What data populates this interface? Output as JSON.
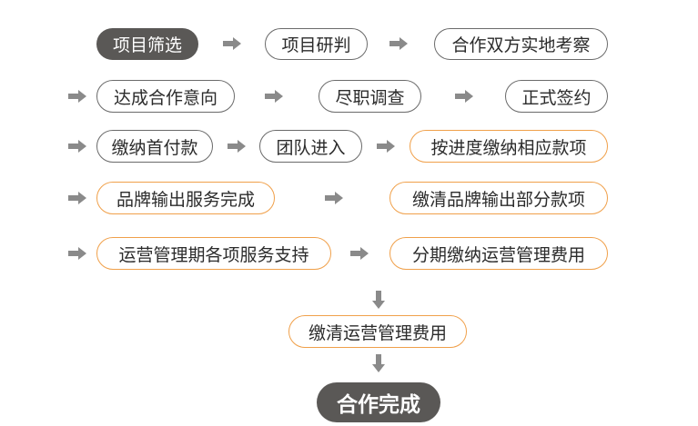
{
  "colors": {
    "dark_fill": "#5a5856",
    "gray_border": "#6a6a6a",
    "orange_border": "#f0a04a",
    "arrow": "#8a8a8a"
  },
  "steps": [
    "项目筛选",
    "项目研判",
    "合作双方实地考察",
    "达成合作意向",
    "尽职调查",
    "正式签约",
    "缴纳首付款",
    "团队进入",
    "按进度缴纳相应款项",
    "品牌输出服务完成",
    "缴清品牌输出部分款项",
    "运营管理期各项服务支持",
    "分期缴纳运营管理费用",
    "缴清运营管理费用",
    "合作完成"
  ]
}
